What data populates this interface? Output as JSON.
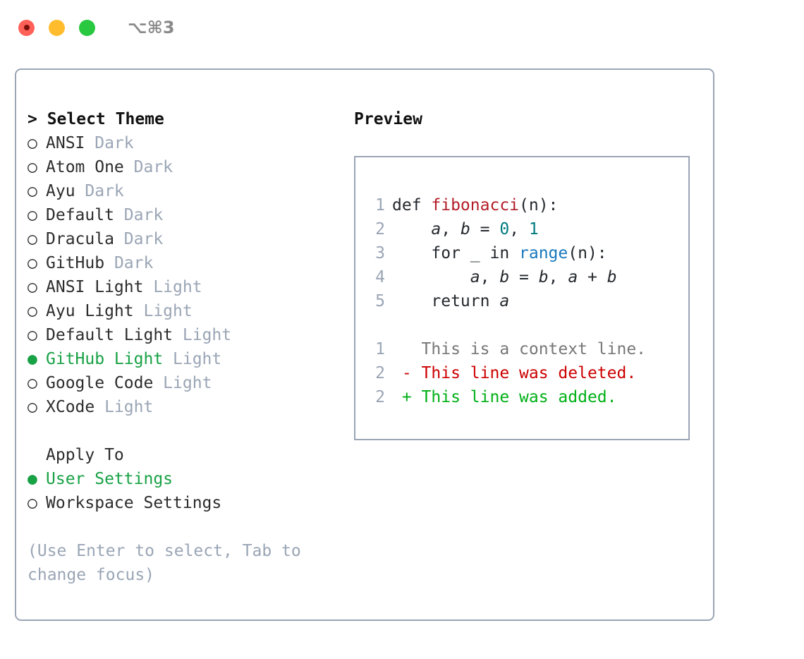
{
  "titlebar": {
    "shortcut": "⌥⌘3",
    "buttons": [
      "close",
      "minimize",
      "zoom"
    ]
  },
  "theme_list": {
    "header": "> Select Theme",
    "items": [
      {
        "bullet": "○",
        "label": "ANSI",
        "tag": "Dark",
        "selected": false
      },
      {
        "bullet": "○",
        "label": "Atom One",
        "tag": "Dark",
        "selected": false
      },
      {
        "bullet": "○",
        "label": "Ayu",
        "tag": "Dark",
        "selected": false
      },
      {
        "bullet": "○",
        "label": "Default",
        "tag": "Dark",
        "selected": false
      },
      {
        "bullet": "○",
        "label": "Dracula",
        "tag": "Dark",
        "selected": false
      },
      {
        "bullet": "○",
        "label": "GitHub",
        "tag": "Dark",
        "selected": false
      },
      {
        "bullet": "○",
        "label": "ANSI Light",
        "tag": "Light",
        "selected": false
      },
      {
        "bullet": "○",
        "label": "Ayu Light",
        "tag": "Light",
        "selected": false
      },
      {
        "bullet": "○",
        "label": "Default Light",
        "tag": "Light",
        "selected": false
      },
      {
        "bullet": "●",
        "label": "GitHub Light",
        "tag": "Light",
        "selected": true
      },
      {
        "bullet": "○",
        "label": "Google Code",
        "tag": "Light",
        "selected": false
      },
      {
        "bullet": "○",
        "label": "XCode",
        "tag": "Light",
        "selected": false
      }
    ]
  },
  "apply_to": {
    "header": "Apply To",
    "items": [
      {
        "bullet": "●",
        "label": "User Settings",
        "selected": true
      },
      {
        "bullet": "○",
        "label": "Workspace Settings",
        "selected": false
      }
    ]
  },
  "hint": "(Use Enter to select, Tab to change focus)",
  "preview": {
    "title": "Preview",
    "code_lines": [
      {
        "num": "1",
        "parts": [
          {
            "text": "def ",
            "type": "def"
          },
          {
            "text": "fibonacci",
            "type": "fn"
          },
          {
            "text": "(n):",
            "type": "plain"
          }
        ]
      },
      {
        "num": "2",
        "parts": [
          {
            "text": "    ",
            "type": "plain"
          },
          {
            "text": "a",
            "type": "var"
          },
          {
            "text": ", ",
            "type": "plain"
          },
          {
            "text": "b",
            "type": "var"
          },
          {
            "text": " = ",
            "type": "plain"
          },
          {
            "text": "0",
            "type": "num"
          },
          {
            "text": ", ",
            "type": "plain"
          },
          {
            "text": "1",
            "type": "num"
          }
        ]
      },
      {
        "num": "3",
        "parts": [
          {
            "text": "    for _ in ",
            "type": "plain"
          },
          {
            "text": "range",
            "type": "call"
          },
          {
            "text": "(n):",
            "type": "plain"
          }
        ]
      },
      {
        "num": "4",
        "parts": [
          {
            "text": "        ",
            "type": "plain"
          },
          {
            "text": "a",
            "type": "var"
          },
          {
            "text": ", ",
            "type": "plain"
          },
          {
            "text": "b",
            "type": "var"
          },
          {
            "text": " = ",
            "type": "plain"
          },
          {
            "text": "b",
            "type": "var"
          },
          {
            "text": ", ",
            "type": "plain"
          },
          {
            "text": "a",
            "type": "var"
          },
          {
            "text": " + ",
            "type": "plain"
          },
          {
            "text": "b",
            "type": "var"
          }
        ]
      },
      {
        "num": "5",
        "parts": [
          {
            "text": "    return ",
            "type": "plain"
          },
          {
            "text": "a",
            "type": "var"
          }
        ]
      }
    ],
    "diff_lines": [
      {
        "num": "1",
        "marker": " ",
        "text": " This is a context line.",
        "kind": "context"
      },
      {
        "num": "2",
        "marker": "-",
        "text": " This line was deleted.",
        "kind": "del"
      },
      {
        "num": "2",
        "marker": "+",
        "text": " This line was added.",
        "kind": "add"
      }
    ]
  },
  "colors": {
    "border": "#9aa5b5",
    "muted": "#9aa5b5",
    "selected_green": "#18a145",
    "diff_add": "#00b016",
    "diff_del": "#cc0000",
    "keyword_fn": "#b31d28",
    "number": "#007b7f",
    "call": "#1879bd"
  }
}
